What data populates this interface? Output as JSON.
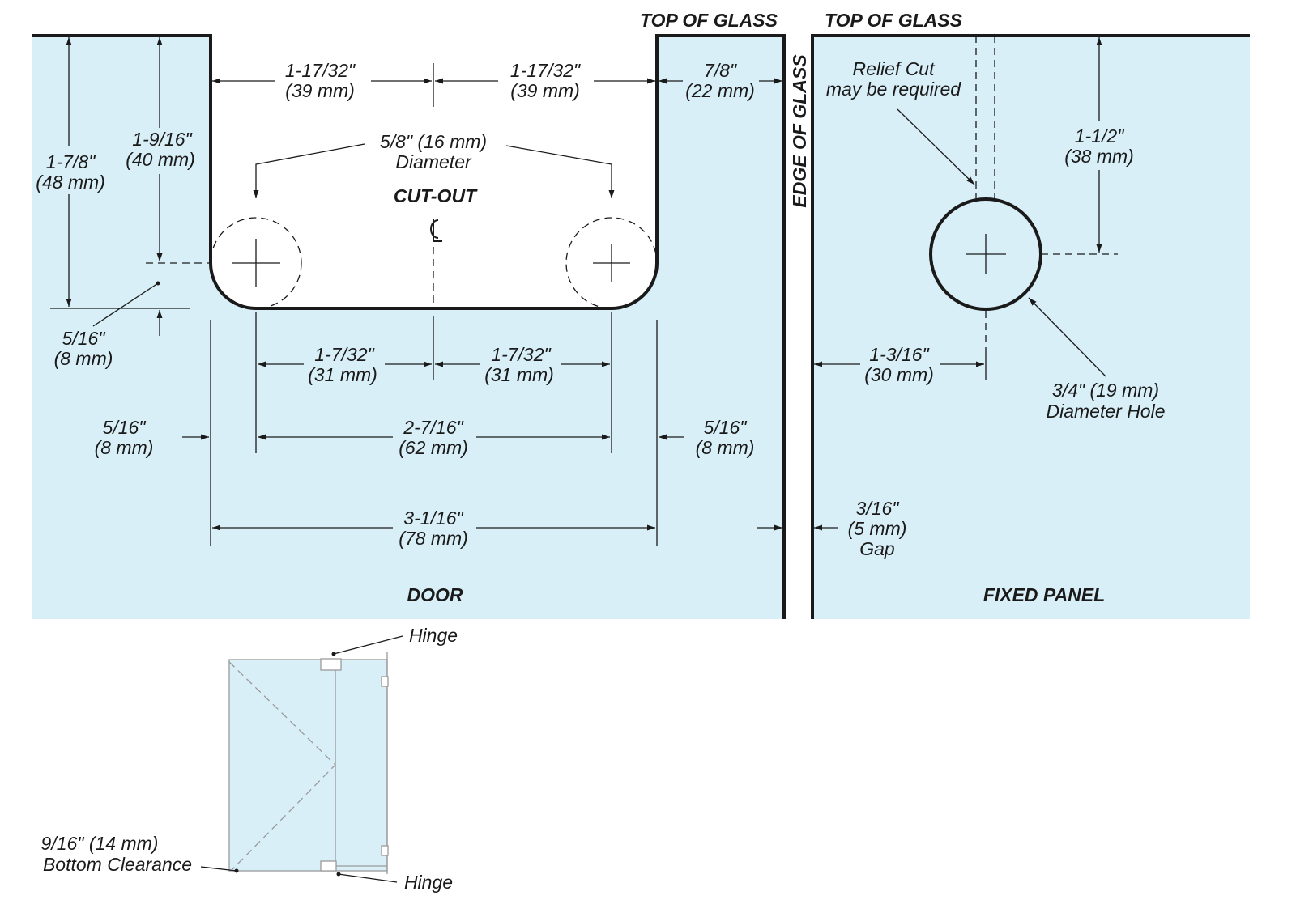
{
  "colors": {
    "glass": "#d9eff8",
    "line": "#1a1a1a"
  },
  "labels": {
    "top_of_glass_door": "TOP OF GLASS",
    "top_of_glass_panel": "TOP OF GLASS",
    "edge_of_glass": "EDGE OF GLASS",
    "dim_left_half_a": "1-17/32\"",
    "dim_left_half_b": "(39 mm)",
    "dim_right_half_a": "1-17/32\"",
    "dim_right_half_b": "(39 mm)",
    "dim_edge_a": "7/8\"",
    "dim_edge_b": "(22 mm)",
    "relief_a": "Relief Cut",
    "relief_b": "may be required",
    "dim_hole_height_a": "1-1/2\"",
    "dim_hole_height_b": "(38 mm)",
    "dim_cut_depth_a": "1-7/8\"",
    "dim_cut_depth_b": "(48 mm)",
    "dim_center_depth_a": "1-9/16\"",
    "dim_center_depth_b": "(40 mm)",
    "diameter_a": "5/8\" (16 mm)",
    "diameter_b": "Diameter",
    "cut_out": "CUT-OUT",
    "centerline": "CL",
    "dim_radius_a": "5/16\"",
    "dim_radius_b": "(8 mm)",
    "dim_31_left_a": "1-7/32\"",
    "dim_31_left_b": "(31 mm)",
    "dim_31_right_a": "1-7/32\"",
    "dim_31_right_b": "(31 mm)",
    "dim_hole_offset_a": "1-3/16\"",
    "dim_hole_offset_b": "(30 mm)",
    "hole_a": "3/4\" (19 mm)",
    "hole_b": "Diameter Hole",
    "dim_left_margin_a": "5/16\"",
    "dim_left_margin_b": "(8 mm)",
    "dim_right_margin_a": "5/16\"",
    "dim_right_margin_b": "(8 mm)",
    "dim_62_a": "2-7/16\"",
    "dim_62_b": "(62 mm)",
    "dim_78_a": "3-1/16\"",
    "dim_78_b": "(78 mm)",
    "gap_a": "3/16\"",
    "gap_b": "(5 mm)",
    "gap_c": "Gap",
    "door": "DOOR",
    "fixed_panel": "FIXED PANEL",
    "hinge_top": "Hinge",
    "hinge_bottom": "Hinge",
    "clearance_a": "9/16\" (14 mm)",
    "clearance_b": "Bottom Clearance"
  }
}
